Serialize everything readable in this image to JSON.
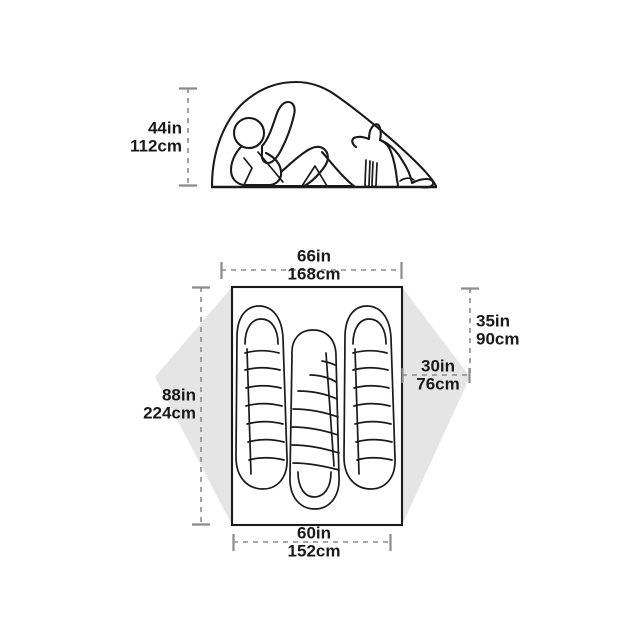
{
  "diagram": {
    "title": "Tent Dimension Diagram",
    "views": {
      "elevation": {
        "name": "side-elevation-view",
        "occupants": [
          "person-reclining",
          "dog-sitting"
        ],
        "height_dimension": {
          "imperial": "44in",
          "metric": "112cm"
        }
      },
      "floorplan": {
        "name": "floor-plan-view",
        "occupants": [
          "sleeping-bag-left",
          "sleeping-bag-center",
          "sleeping-bag-right"
        ],
        "dimensions": {
          "head_width": {
            "imperial": "66in",
            "metric": "168cm"
          },
          "length": {
            "imperial": "88in",
            "metric": "224cm"
          },
          "foot_width": {
            "imperial": "60in",
            "metric": "152cm"
          },
          "vestibule_depth": {
            "imperial": "30in",
            "metric": "76cm"
          },
          "vestibule_span": {
            "imperial": "35in",
            "metric": "90cm"
          }
        }
      }
    },
    "colors": {
      "line": "#1a1a1a",
      "dimension": "#8c8c8c",
      "vestibule_fill": "#e5e5e5",
      "background": "#ffffff"
    }
  }
}
